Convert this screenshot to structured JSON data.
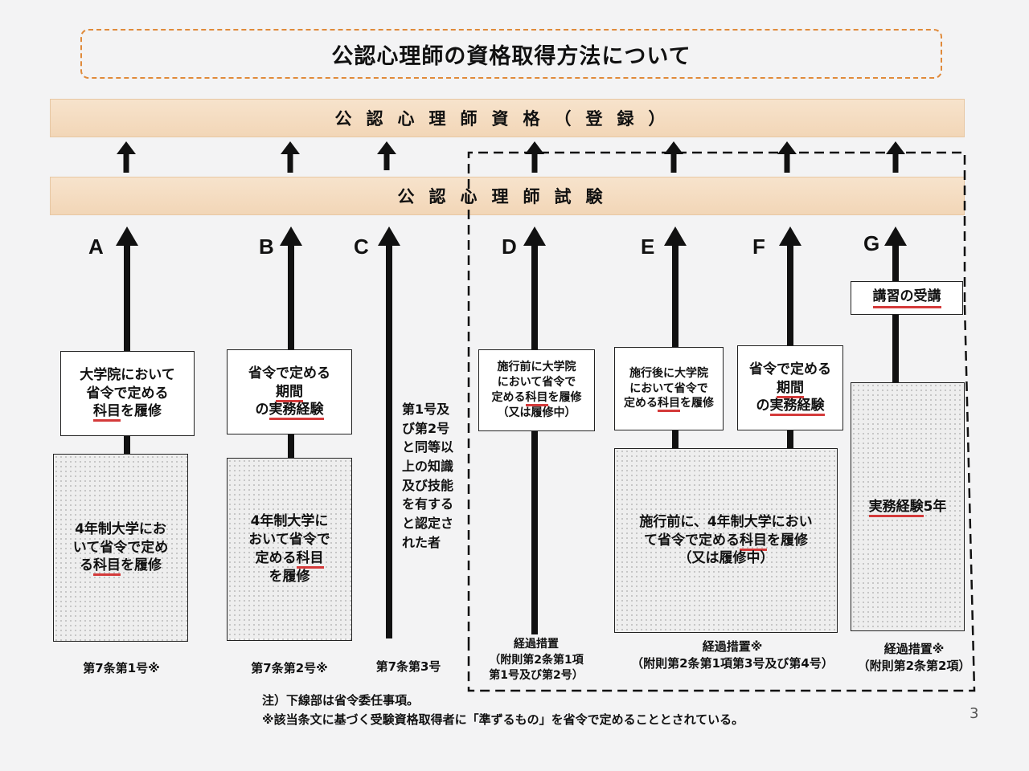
{
  "title": "公認心理師の資格取得方法について",
  "band_top": "公認心理師資格（登録）",
  "band_mid": "公認心理師試験",
  "routes": {
    "A": {
      "letter": "A",
      "upper": {
        "l1": "大学院において",
        "l2": "省令で定める",
        "l3_u": "科目",
        "l3": "を履修"
      },
      "lower": {
        "l1": "4年制大学にお",
        "l2": "いて省令で定め",
        "l3a": "る",
        "l3_u": "科目",
        "l3": "を履修"
      },
      "foot": "第7条第1号※"
    },
    "B": {
      "letter": "B",
      "upper": {
        "l1": "省令で定める",
        "l2_u": "期間",
        "l3a": "の",
        "l3_u": "実務経験"
      },
      "lower": {
        "l1": "4年制大学に",
        "l2": "おいて省令で",
        "l3": "定める",
        "l3_u": "科目",
        "l4": "を履修"
      },
      "foot": "第7条第2号※"
    },
    "C": {
      "letter": "C",
      "text": "第1号及\nび第2号\nと同等以\n上の知識\n及び技能\nを有する\nと認定さ\nれた者",
      "foot": "第7条第3号"
    },
    "D": {
      "letter": "D",
      "upper": {
        "l1": "施行前に大学院",
        "l2": "において省令で",
        "l3": "定める",
        "l3_u": "科目",
        "l3b": "を履修",
        "l4": "（又は履修中）"
      },
      "foot": {
        "l1": "経過措置",
        "l2": "（附則第2条第1項",
        "l3": "第1号及び第2号）"
      }
    },
    "E": {
      "letter": "E",
      "upper": {
        "l1": "施行後に大学院",
        "l2": "において省令で",
        "l3": "定める",
        "l3_u": "科目",
        "l3b": "を履修"
      },
      "foot": {
        "l1": "経過措置※",
        "l2": "（附則第2条第1項第3号及び第4号）"
      }
    },
    "F": {
      "letter": "F",
      "upper": {
        "l1": "省令で定める",
        "l2_u": "期間",
        "l3a": "の",
        "l3_u": "実務経験"
      }
    },
    "EF_lower": {
      "l1": "施行前に、4年制大学におい",
      "l2": "て省令で定める",
      "l2_u": "科目",
      "l2b": "を履修",
      "l3": "（又は履修中）"
    },
    "G": {
      "letter": "G",
      "upper_u": "講習の受講",
      "lower_u": "実務経験",
      "lower": "5年",
      "foot": {
        "l1": "経過措置※",
        "l2": "（附則第2条第2項）"
      }
    }
  },
  "notes": {
    "l1": "注）下線部は省令委任事項。",
    "l2": "※該当条文に基づく受験資格取得者に「準ずるもの」を省令で定めることとされている。"
  },
  "page_number": "3",
  "colors": {
    "title_border": "#e08a3a",
    "band": "#f3d8b9",
    "underline": "#d43a3a"
  }
}
